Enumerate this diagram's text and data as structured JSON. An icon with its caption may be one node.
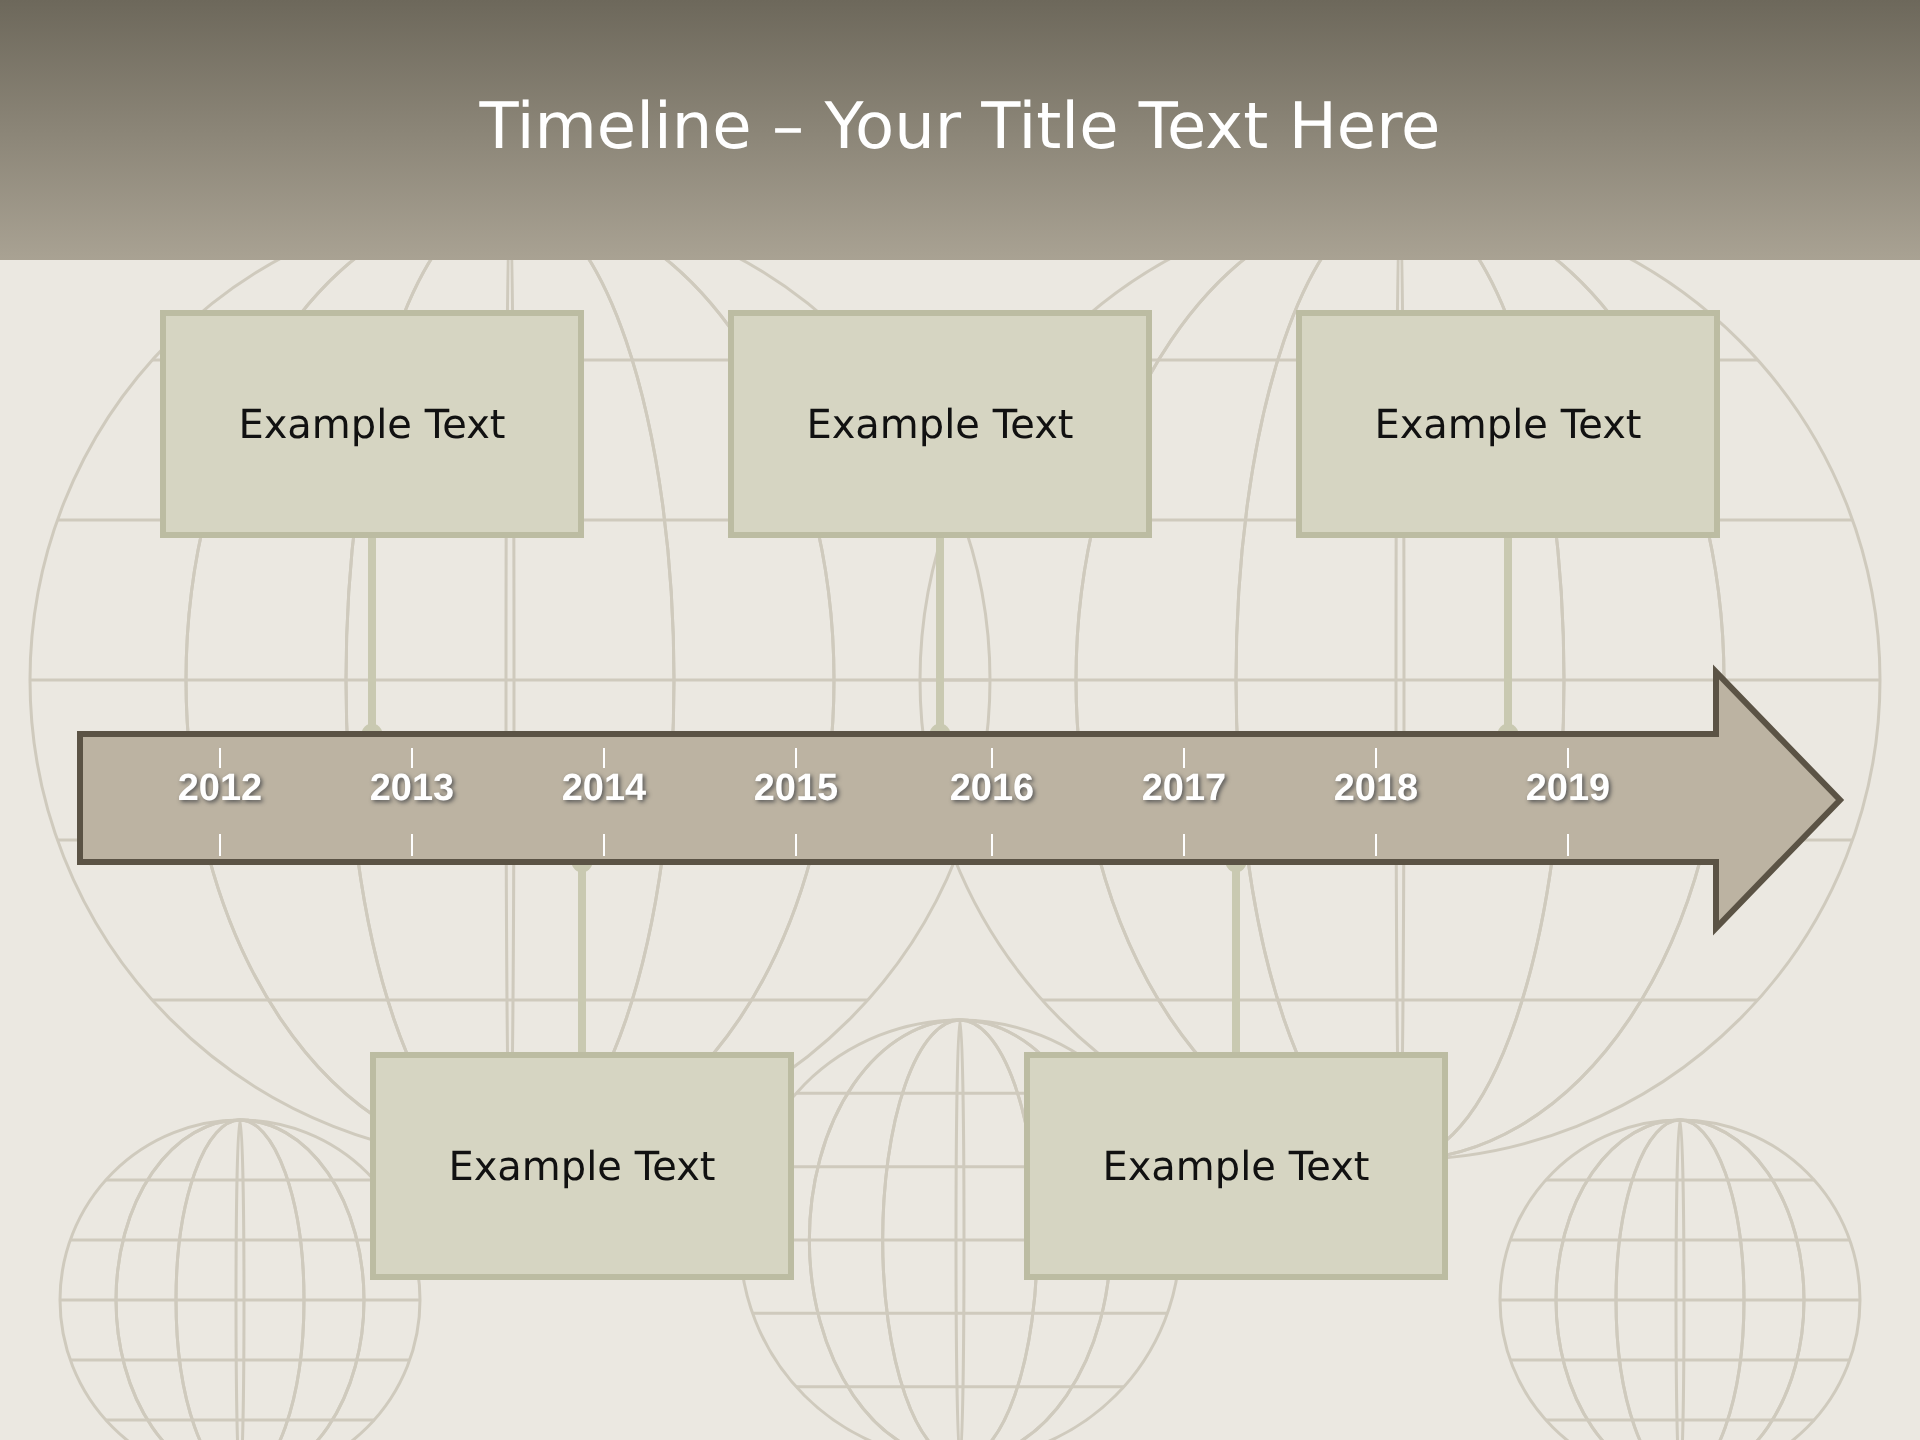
{
  "diagram": {
    "title": "Timeline – Your Title Text Here",
    "nodes": [
      {
        "text": [
          "2012",
          "2013",
          "2014",
          "2015",
          "2016",
          "2017",
          "2018",
          "2019"
        ]
      },
      {
        "text": [
          "Example Text"
        ]
      },
      {
        "text": [
          "Example Text"
        ]
      },
      {
        "text": [
          "Example Text"
        ]
      },
      {
        "text": [
          "Example Text"
        ]
      },
      {
        "text": [
          "Example Text"
        ]
      }
    ],
    "edges": [
      {
        "from": 1,
        "to": 0,
        "arrow": "other"
      },
      {
        "from": 2,
        "to": 0,
        "arrow": "other"
      },
      {
        "from": 3,
        "to": 0,
        "arrow": "other"
      },
      {
        "from": 4,
        "to": 0,
        "arrow": "other"
      },
      {
        "from": 5,
        "to": 0,
        "arrow": "other"
      }
    ]
  }
}
